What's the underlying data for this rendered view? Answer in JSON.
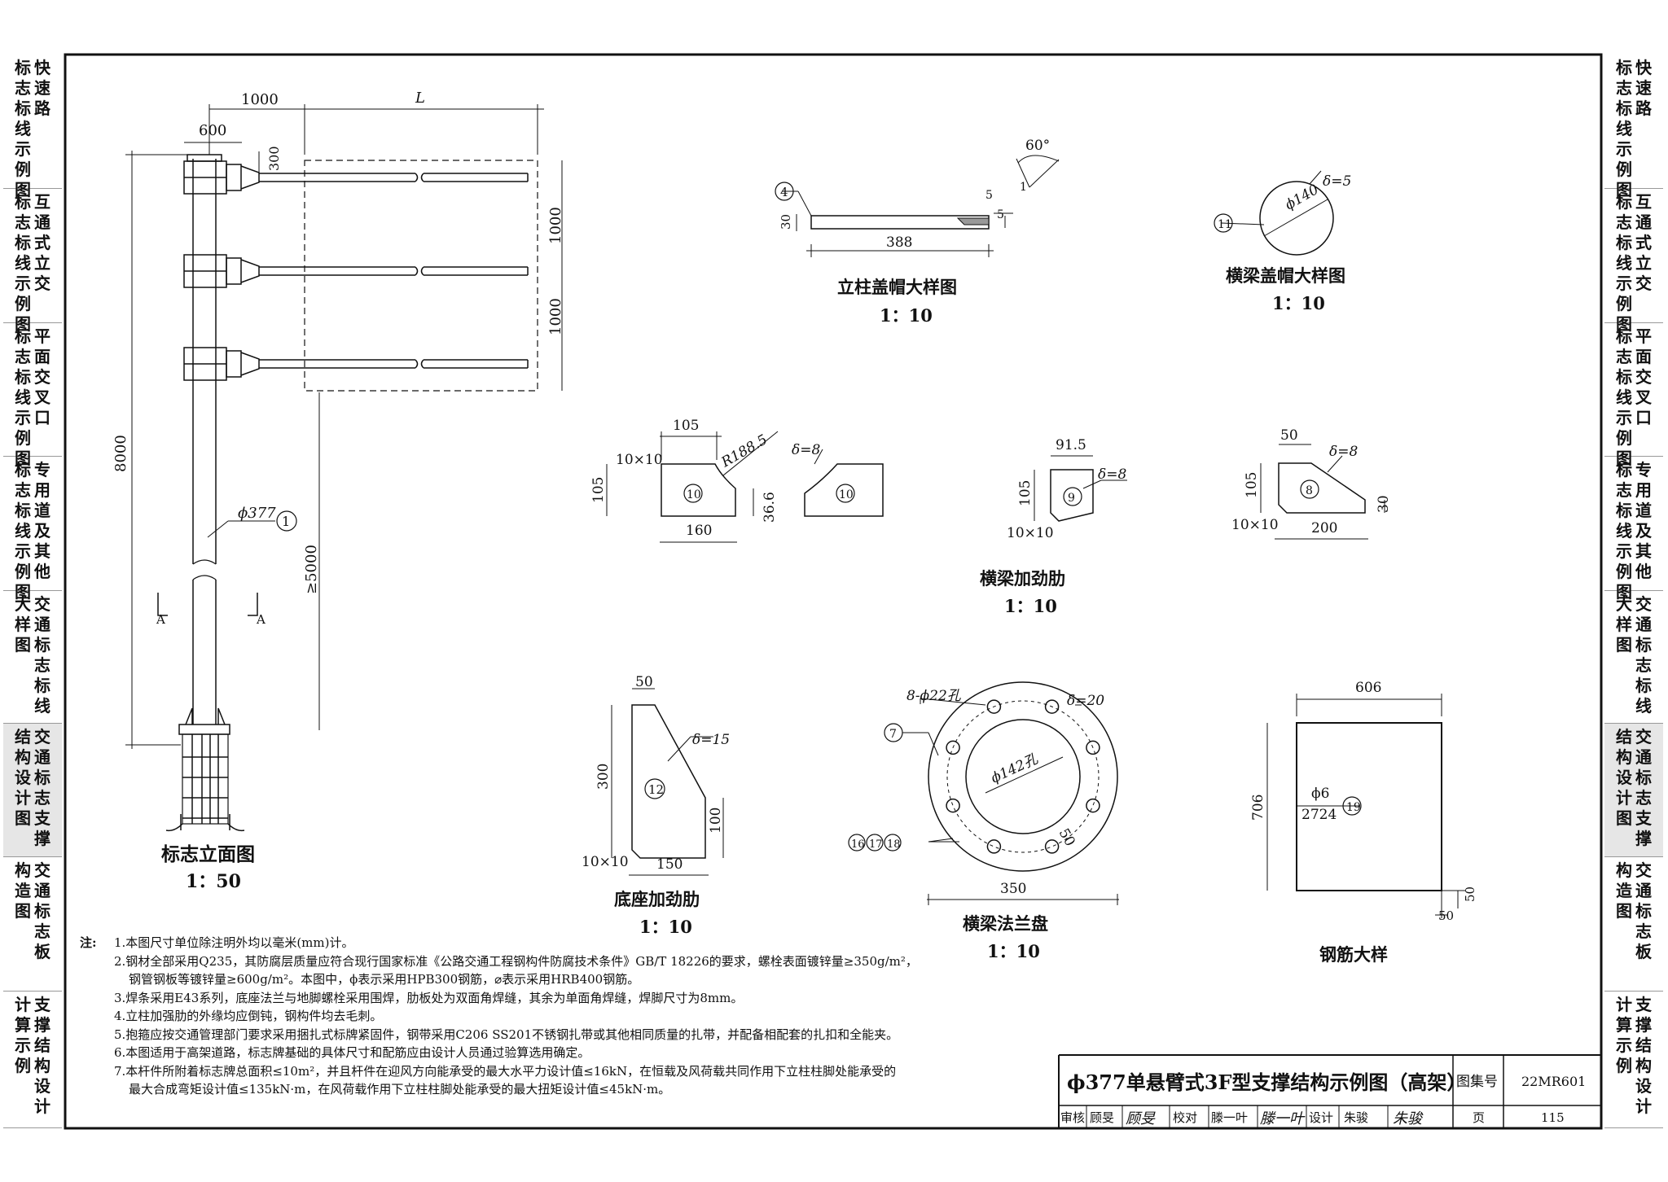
{
  "sidebar": {
    "groups": [
      {
        "c1": "标志标线示例图",
        "c2": "快速路"
      },
      {
        "c1": "标志标线示例图",
        "c2": "互通式立交"
      },
      {
        "c1": "标志标线示例图",
        "c2": "平面交叉口"
      },
      {
        "c1": "标志标线示例图",
        "c2": "专用道及其他"
      },
      {
        "c1": "大样图",
        "c2": "交通标志标线"
      },
      {
        "c1": "结构设计图",
        "c2": "交通标志支撑"
      },
      {
        "c1": "构造图",
        "c2": "交通标志板"
      },
      {
        "c1": "计算示例",
        "c2": "支撑结构设计"
      }
    ],
    "active_index": 5
  },
  "elevation": {
    "dim_1000": "1000",
    "dim_L": "L",
    "dim_600": "600",
    "dim_300": "300",
    "dim_right_1000a": "1000",
    "dim_right_1000b": "1000",
    "dim_8000": "8000",
    "dim_5000": "≥5000",
    "pipe_label": "ϕ377",
    "pipe_ref": "1",
    "section_mark": "A",
    "title": "标志立面图",
    "scale": "1：50"
  },
  "column_cap": {
    "ref": "4",
    "angle": "60°",
    "dim_5a": "5",
    "dim_5b": "5",
    "dim_1": "1",
    "dim_30": "30",
    "dim_388": "388",
    "title": "立柱盖帽大样图",
    "scale": "1：10"
  },
  "beam_cap": {
    "ref": "11",
    "thickness": "δ=5",
    "dia": "ϕ140",
    "title": "横梁盖帽大样图",
    "scale": "1：10"
  },
  "rib10": {
    "dim_105_top": "105",
    "radius": "R188.5",
    "chamfer": "10×10",
    "dim_105_side": "105",
    "dim_36": "36.6",
    "dim_160": "160",
    "thickness": "δ=8",
    "ref": "10"
  },
  "rib9": {
    "dim_91": "91.5",
    "thickness": "δ=8",
    "dim_105": "105",
    "chamfer": "10×10",
    "ref": "9",
    "title": "横梁加劲肋",
    "scale": "1：10"
  },
  "rib8": {
    "dim_50": "50",
    "thickness": "δ=8",
    "dim_105": "105",
    "dim_30": "30",
    "chamfer": "10×10",
    "dim_200": "200",
    "ref": "8"
  },
  "base_rib": {
    "dim_50": "50",
    "thickness": "δ=15",
    "dim_300": "300",
    "dim_100": "100",
    "chamfer": "10×10",
    "dim_150": "150",
    "ref": "12",
    "title": "底座加劲肋",
    "scale": "1：10"
  },
  "flange": {
    "holes": "8-ϕ22孔",
    "thickness": "δ=20",
    "ref": "7",
    "center_hole": "ϕ142孔",
    "refs": [
      "16",
      "17",
      "18"
    ],
    "dim_50": "50",
    "dim_350": "350",
    "title": "横梁法兰盘",
    "scale": "1：10"
  },
  "rebar": {
    "dim_606": "606",
    "dim_706": "706",
    "bar": "ϕ6",
    "length": "2724",
    "ref": "19",
    "dim_50a": "50",
    "dim_50b": "50",
    "title": "钢筋大样"
  },
  "notes": {
    "header": "注:",
    "items": [
      "1.本图尺寸单位除注明外均以毫米(mm)计。",
      "2.钢材全部采用Q235，其防腐层质量应符合现行国家标准《公路交通工程钢构件防腐技术条件》GB/T 18226的要求，螺栓表面镀锌量≥350g/m²，",
      "钢管钢板等镀锌量≥600g/m²。本图中，ϕ表示采用HPB300钢筋，⌀表示采用HRB400钢筋。",
      "3.焊条采用E43系列，底座法兰与地脚螺栓采用围焊，肋板处为双面角焊缝，其余为单面角焊缝，焊脚尺寸为8mm。",
      "4.立柱加强肋的外缘均应倒钝，钢构件均去毛刺。",
      "5.抱箍应按交通管理部门要求采用捆扎式标牌紧固件，钢带采用C206 SS201不锈钢扎带或其他相同质量的扎带，并配备相配套的扎扣和全能夹。",
      "6.本图适用于高架道路，标志牌基础的具体尺寸和配筋应由设计人员通过验算选用确定。",
      "7.本杆件所附着标志牌总面积≤10m²，并且杆件在迎风方向能承受的最大水平力设计值≤16kN，在恒载及风荷载共同作用下立柱柱脚处能承受的",
      "最大合成弯矩设计值≤135kN·m，在风荷载作用下立柱柱脚处能承受的最大扭矩设计值≤45kN·m。"
    ]
  },
  "title_block": {
    "drawing_title": "ϕ377单悬臂式3F型支撑结构示例图（高架）",
    "atlas_label": "图集号",
    "atlas_no": "22MR601",
    "review_label": "审核",
    "reviewer": "顾旻",
    "reviewer_sig": "顾旻",
    "check_label": "校对",
    "checker": "滕一叶",
    "checker_sig": "滕一叶",
    "design_label": "设计",
    "designer": "朱骏",
    "designer_sig": "朱骏",
    "page_label": "页",
    "page_no": "115"
  }
}
